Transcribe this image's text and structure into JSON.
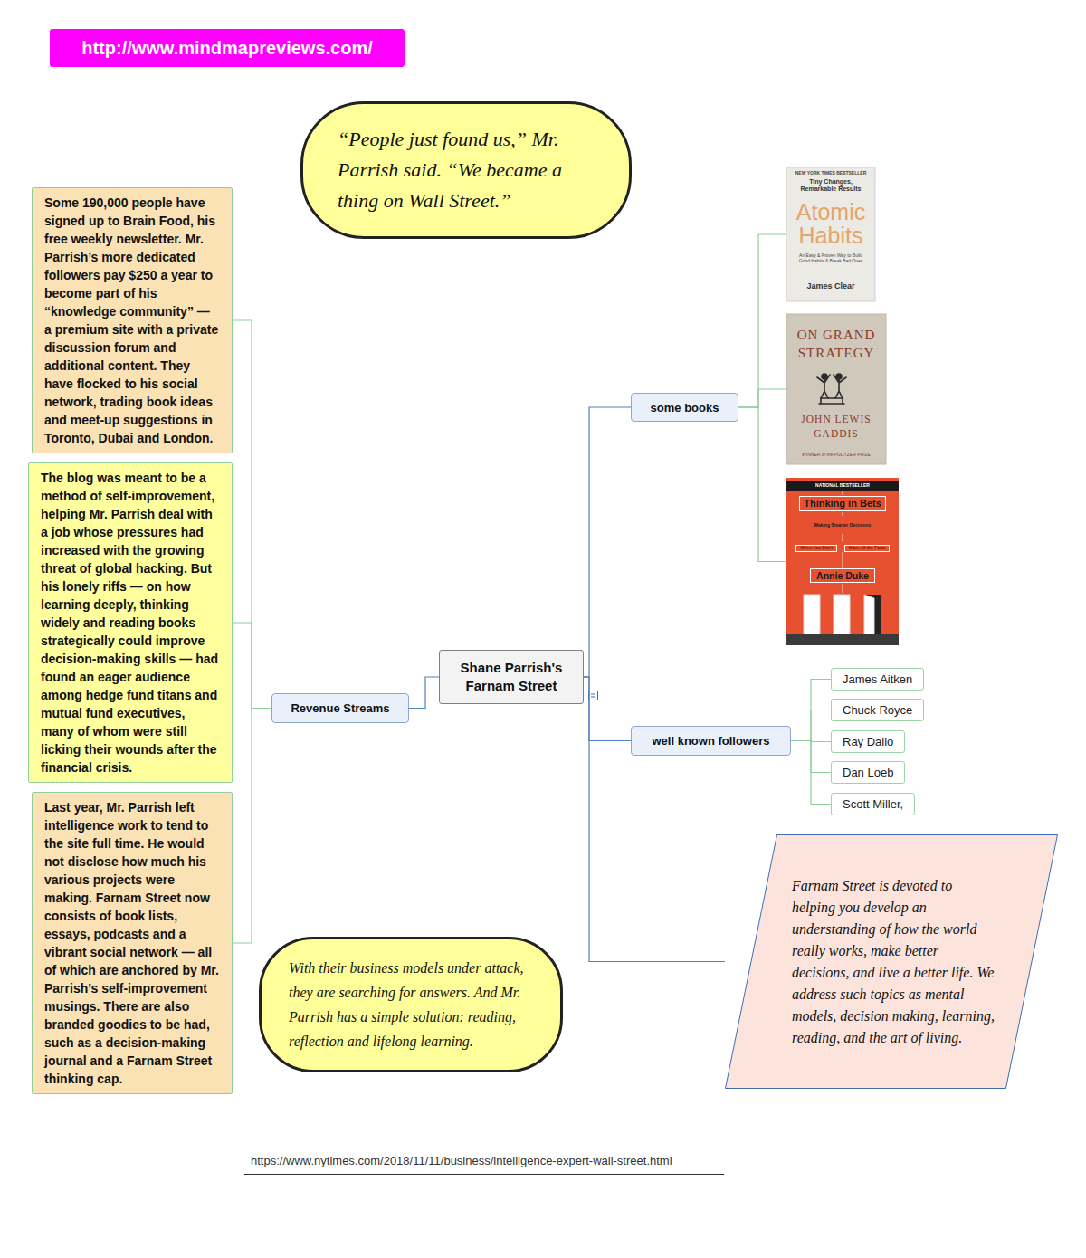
{
  "diagram": {
    "nodes": [
      {
        "text": [
          "http://www.mindmapreviews.com/"
        ]
      },
      {
        "text": [
          "“People just found us,” Mr. Parrish said. “We became a thing on Wall Street.”"
        ]
      },
      {
        "text": [
          "Some 190,000 people have signed up to Brain Food, his free weekly newsletter. Mr. Parrish’s more dedicated followers pay $250 a year to become part of his “knowledge community” — a premium site with a private discussion forum and additional content. They have flocked to his social network, trading book ideas and meet-up suggestions in Toronto, Dubai and London."
        ]
      },
      {
        "text": [
          "The blog was meant to be a method of self-improvement, helping Mr. Parrish deal with a job whose pressures had increased with the growing threat of global hacking. But his lonely riffs — on how learning deeply, thinking widely and reading books strategically could improve decision-making skills — had found an eager audience among hedge fund titans and mutual fund executives, many of whom were still licking their wounds after the financial crisis."
        ]
      },
      {
        "text": [
          "Last year, Mr. Parrish left intelligence work to tend to the site full time. He would not disclose how much his various projects were making. Farnam Street now consists of book lists, essays, podcasts and a vibrant social network — all of which are anchored by Mr. Parrish’s self-improvement musings. There are also branded goodies to be had, such as a decision-making journal and a Farnam Street thinking cap."
        ]
      },
      {
        "text": [
          "Shane Parrish's Farnam Street"
        ]
      },
      {
        "text": [
          "Revenue Streams"
        ]
      },
      {
        "text": [
          "some books"
        ]
      },
      {
        "text": [
          "NEW YORK TIMES BESTSELLER",
          "Tiny Changes, Remarkable Results",
          "Atomic Habits",
          "An Easy & Proven Way to Build Good Habits & Break Bad Ones",
          "James Clear"
        ]
      },
      {
        "text": [
          "ON GRAND STRATEGY",
          "JOHN LEWIS GADDIS",
          "WINNER of the PULITZER PRIZE"
        ]
      },
      {
        "text": [
          "NATIONAL BESTSELLER",
          "Thinking in Bets",
          "Making Smarter Decisions",
          "When You Don't",
          "Have All the Facts",
          "Annie Duke"
        ]
      },
      {
        "text": [
          "well known followers"
        ]
      },
      {
        "text": [
          "James Aitken"
        ]
      },
      {
        "text": [
          "Chuck Royce"
        ]
      },
      {
        "text": [
          "Ray Dalio"
        ]
      },
      {
        "text": [
          "Dan Loeb"
        ]
      },
      {
        "text": [
          "Scott Miller,"
        ]
      },
      {
        "text": [
          "Farnam Street is devoted to helping you develop an understanding of how the world really works, make better decisions, and live a better life. We address such topics as mental models, decision making, learning, reading, and the art of living."
        ]
      },
      {
        "text": [
          "With their business models under attack, they are searching for answers. And Mr. Parrish has a simple solution: reading, reflection and lifelong learning."
        ]
      }
    ],
    "edges": [
      {
        "from": 5,
        "to": 6,
        "arrow": "none"
      },
      {
        "from": 6,
        "to": 2,
        "arrow": "none"
      },
      {
        "from": 6,
        "to": 3,
        "arrow": "none"
      },
      {
        "from": 6,
        "to": 4,
        "arrow": "none"
      },
      {
        "from": 5,
        "to": 7,
        "arrow": "none"
      },
      {
        "from": 7,
        "to": 8,
        "arrow": "none"
      },
      {
        "from": 7,
        "to": 9,
        "arrow": "none"
      },
      {
        "from": 7,
        "to": 10,
        "arrow": "none"
      },
      {
        "from": 5,
        "to": 11,
        "arrow": "none"
      },
      {
        "from": 11,
        "to": 12,
        "arrow": "none"
      },
      {
        "from": 11,
        "to": 13,
        "arrow": "none"
      },
      {
        "from": 11,
        "to": 14,
        "arrow": "none"
      },
      {
        "from": 11,
        "to": 15,
        "arrow": "none"
      },
      {
        "from": 11,
        "to": 16,
        "arrow": "none"
      },
      {
        "from": 5,
        "to": 17,
        "arrow": "none"
      }
    ],
    "labels": [
      "https://www.nytimes.com/2018/11/11/business/intelligence-expert-wall-street.html"
    ]
  }
}
